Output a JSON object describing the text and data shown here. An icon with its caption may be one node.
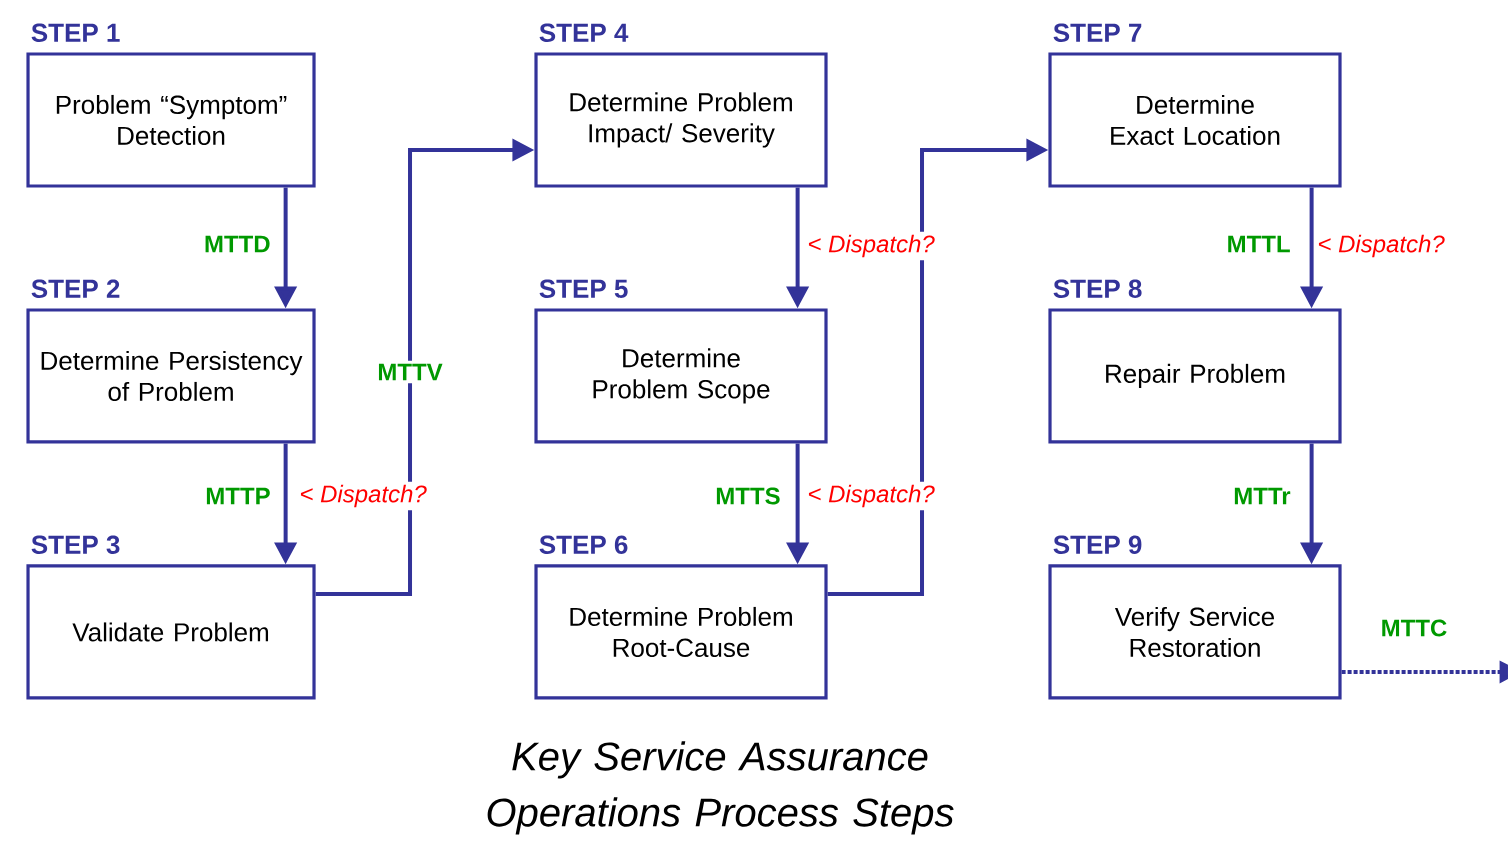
{
  "diagram": {
    "caption": "Key Service Assurance Operations Process Steps",
    "nodes": [
      {
        "text": [
          "STEP 1",
          "Problem “Symptom” Detection"
        ]
      },
      {
        "text": [
          "STEP 2",
          "Determine Persistency of Problem"
        ]
      },
      {
        "text": [
          "STEP 3",
          "Validate Problem"
        ]
      },
      {
        "text": [
          "STEP 4",
          "Determine Problem Impact/ Severity"
        ]
      },
      {
        "text": [
          "STEP 5",
          "Determine Problem Scope"
        ]
      },
      {
        "text": [
          "STEP 6",
          "Determine Problem Root-Cause"
        ]
      },
      {
        "text": [
          "STEP 7",
          "Determine Exact Location"
        ]
      },
      {
        "text": [
          "STEP 8",
          "Repair Problem"
        ]
      },
      {
        "text": [
          "STEP 9",
          "Verify Service Restoration"
        ]
      }
    ],
    "edges": [
      {
        "from": 0,
        "to": 1,
        "arrow": "to",
        "label": "MTTD"
      },
      {
        "from": 1,
        "to": 2,
        "arrow": "to",
        "label": "MTTP"
      },
      {
        "from": 2,
        "to": 3,
        "arrow": "to",
        "label": "MTTV"
      },
      {
        "from": 3,
        "to": 4,
        "arrow": "to"
      },
      {
        "from": 4,
        "to": 5,
        "arrow": "to",
        "label": "MTTS"
      },
      {
        "from": 5,
        "to": 6,
        "arrow": "to"
      },
      {
        "from": 6,
        "to": 7,
        "arrow": "to",
        "label": "MTTL"
      },
      {
        "from": 7,
        "to": 8,
        "arrow": "to",
        "label": "MTTr"
      },
      {
        "from": 8,
        "to": null,
        "arrow": "to",
        "label": "MTTC",
        "style": "dashed"
      }
    ],
    "labels": [
      "< Dispatch?",
      "< Dispatch?",
      "< Dispatch?",
      "< Dispatch?"
    ]
  }
}
